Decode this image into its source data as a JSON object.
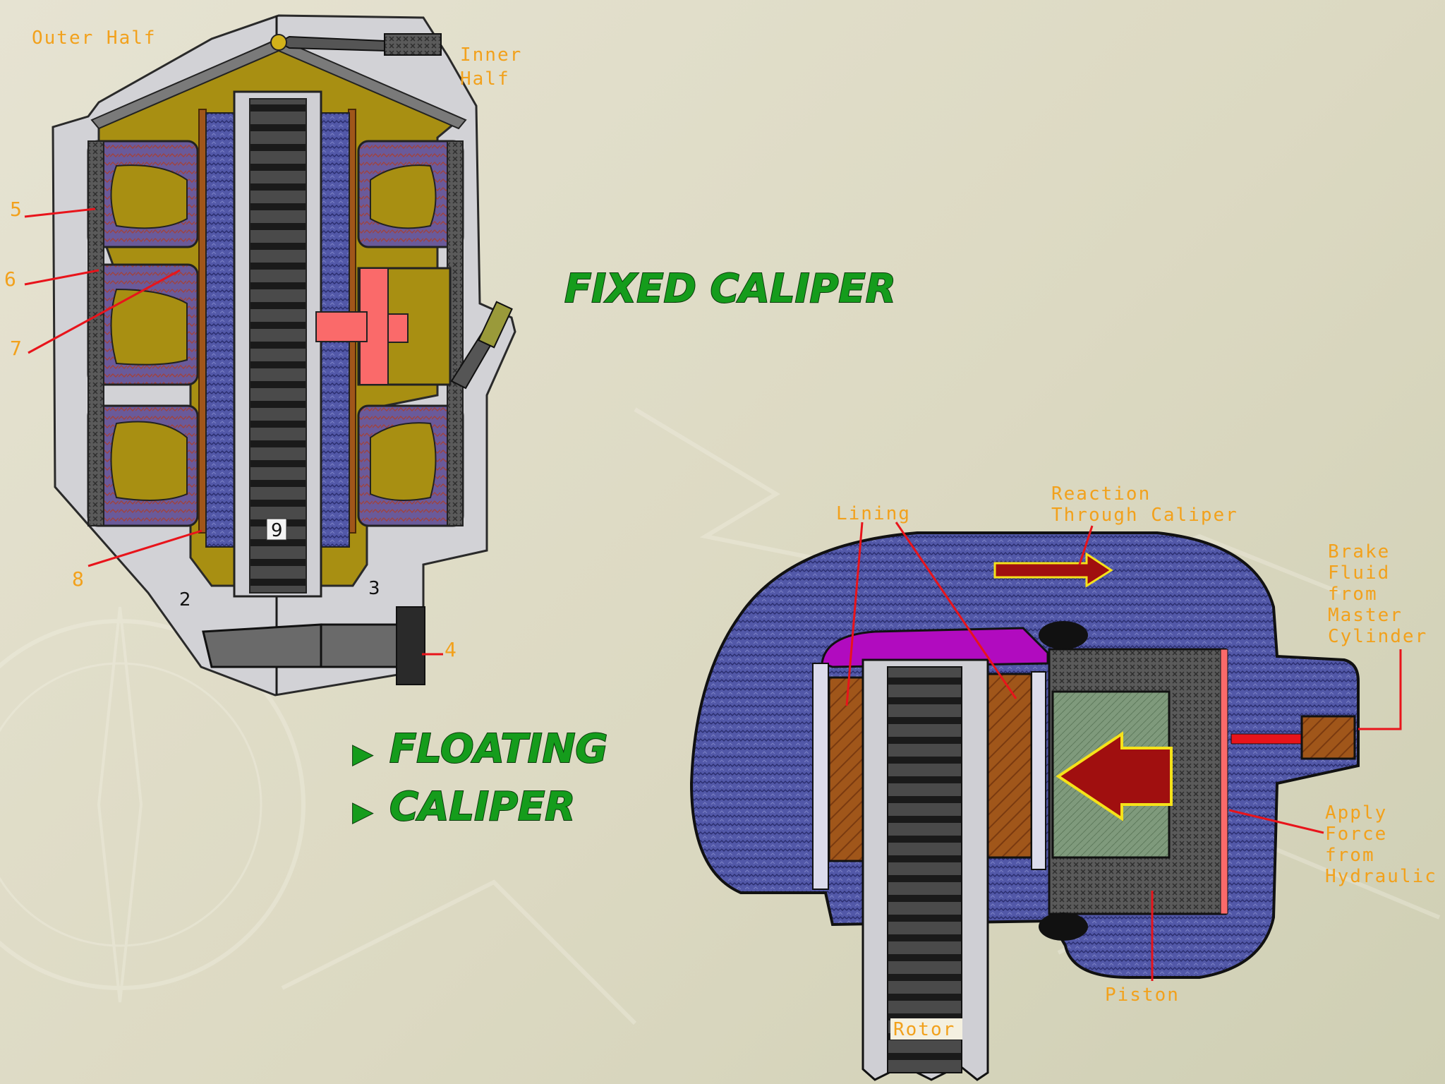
{
  "slide": {
    "title_fixed": "FIXED CALIPER",
    "bullets": [
      {
        "marker": "▶",
        "text": "FLOATING"
      },
      {
        "marker": "▶",
        "text": "CALIPER"
      }
    ]
  },
  "fixed_caliper_diagram": {
    "labels": {
      "outer_half": "Outer Half",
      "inner_half_line1": "Inner",
      "inner_half_line2": "Half"
    },
    "callout_numbers": {
      "n2": "2",
      "n3": "3",
      "n4": "4",
      "n5": "5",
      "n6": "6",
      "n7": "7",
      "n8": "8",
      "n9": "9"
    }
  },
  "floating_caliper_diagram": {
    "labels": {
      "lining": "Lining",
      "reaction_line1": "Reaction",
      "reaction_line2": "Through Caliper",
      "brake_fluid": [
        "Brake",
        "Fluid",
        "from",
        "Master",
        "Cylinder"
      ],
      "apply_force": [
        "Apply",
        "Force",
        "from",
        "Hydraulic"
      ],
      "piston": "Piston",
      "rotor": "Rotor"
    }
  },
  "colors": {
    "label_orange": "#f2a11c",
    "leader_red": "#e8141b",
    "title_green": "#159c1c",
    "housing_blue": "#4a4f9a",
    "olive": "#a88f12",
    "magenta": "#b10bbf",
    "arrow_dark_red": "#a00f0f"
  }
}
